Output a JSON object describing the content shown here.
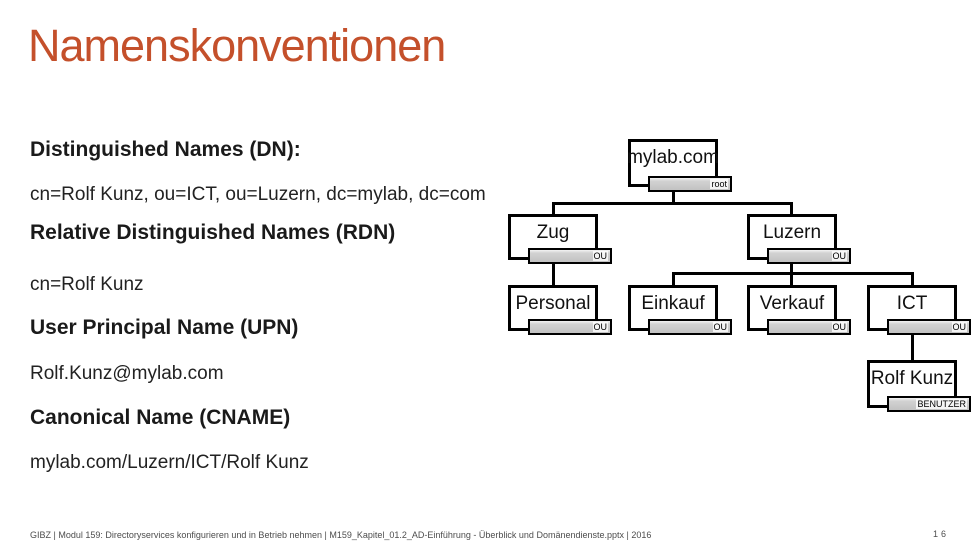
{
  "slide": {
    "title": "Namenskonventionen",
    "sections": [
      {
        "heading": "Distinguished Names (DN):",
        "value": "cn=Rolf Kunz, ou=ICT, ou=Luzern, dc=mylab, dc=com"
      },
      {
        "heading": "Relative Distinguished Names (RDN)",
        "value": "cn=Rolf Kunz"
      },
      {
        "heading": "User Principal Name (UPN)",
        "value": "Rolf.Kunz@mylab.com"
      },
      {
        "heading": "Canonical Name (CNAME)",
        "value": "mylab.com/Luzern/ICT/Rolf Kunz"
      }
    ],
    "footer": {
      "text": "GIBZ | Modul 159: Directoryservices konfigurieren und in Betrieb nehmen | M159_Kapitel_01.2_AD-Einführung - Überblick und Domänendienste.pptx | 2016",
      "page": "16"
    }
  },
  "tree": {
    "description": "Active Directory hierarchy of domain mylab.com",
    "nodes": [
      {
        "id": "root",
        "label": "mylab.com",
        "tag": "root",
        "parent": null
      },
      {
        "id": "zug",
        "label": "Zug",
        "tag": "OU",
        "parent": "root"
      },
      {
        "id": "luzern",
        "label": "Luzern",
        "tag": "OU",
        "parent": "root"
      },
      {
        "id": "personal",
        "label": "Personal",
        "tag": "OU",
        "parent": "zug"
      },
      {
        "id": "einkauf",
        "label": "Einkauf",
        "tag": "OU",
        "parent": "luzern"
      },
      {
        "id": "verkauf",
        "label": "Verkauf",
        "tag": "OU",
        "parent": "luzern"
      },
      {
        "id": "ict",
        "label": "ICT",
        "tag": "OU",
        "parent": "luzern"
      },
      {
        "id": "rolf",
        "label": "Rolf Kunz",
        "tag": "BENUTZER",
        "parent": "ict"
      }
    ]
  },
  "colors": {
    "accent_title": "#C4502B",
    "text": "#1a1a1a",
    "tag_fill": "#c9c9c9",
    "node_border": "#000000",
    "footer_text": "#4d4d4d",
    "background": "#ffffff"
  }
}
